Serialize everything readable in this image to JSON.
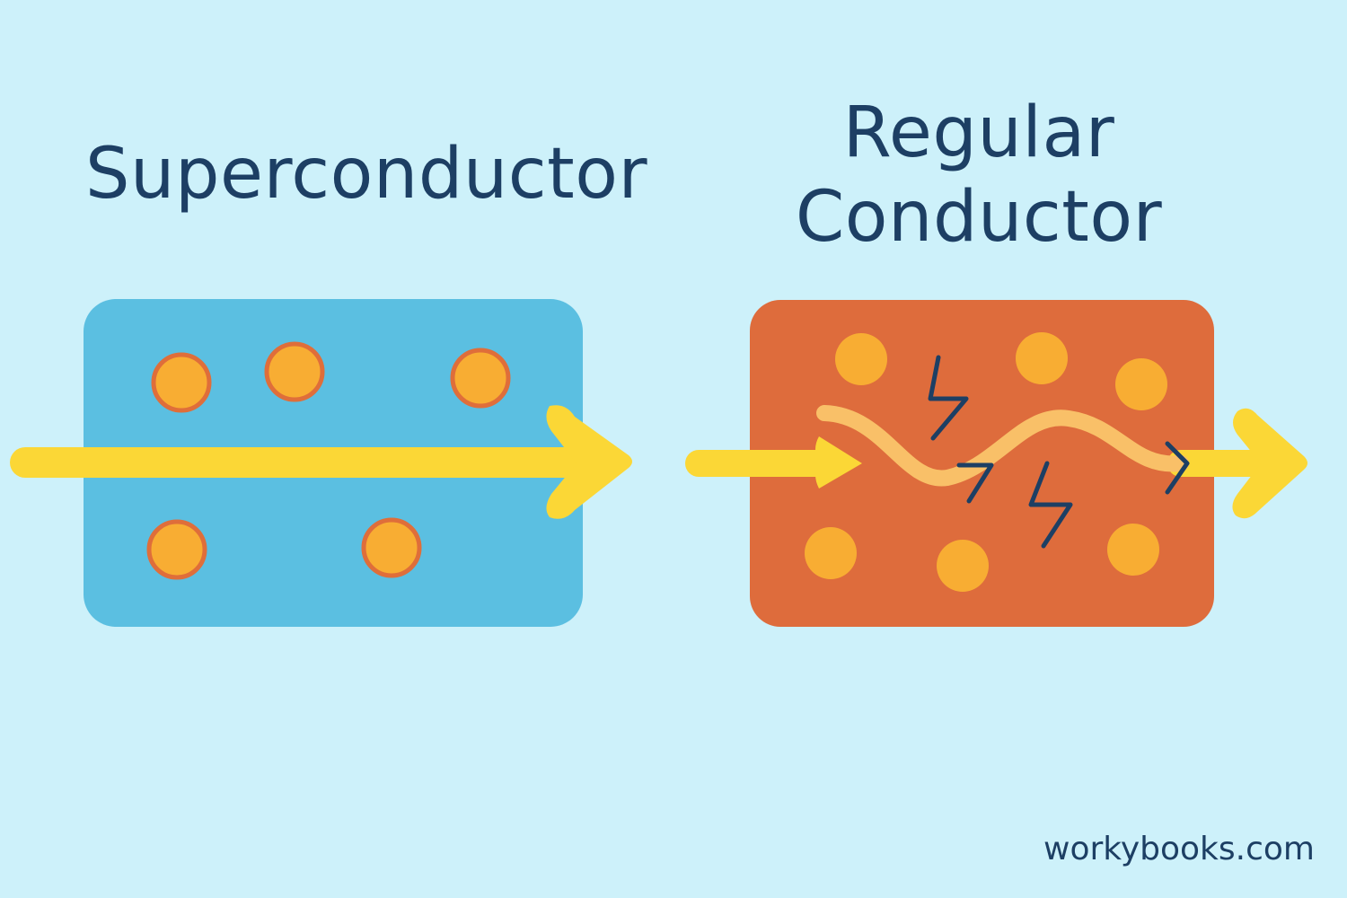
{
  "titles": {
    "left": "Superconductor",
    "right_line1": "Regular",
    "right_line2": "Conductor"
  },
  "brand": "workybooks.com",
  "colors": {
    "background": "#cdf1fa",
    "superconductor_box": "#5bbfe1",
    "regular_box": "#de6c3c",
    "atom_fill": "#f8ad33",
    "atom_outline": "#df6e3a",
    "arrow_current": "#fbd736",
    "wavy_path": "#f9c068",
    "lightning": "#1d3f64",
    "text": "#1d3f64"
  },
  "icons": {
    "collision": "lightning-icon"
  }
}
